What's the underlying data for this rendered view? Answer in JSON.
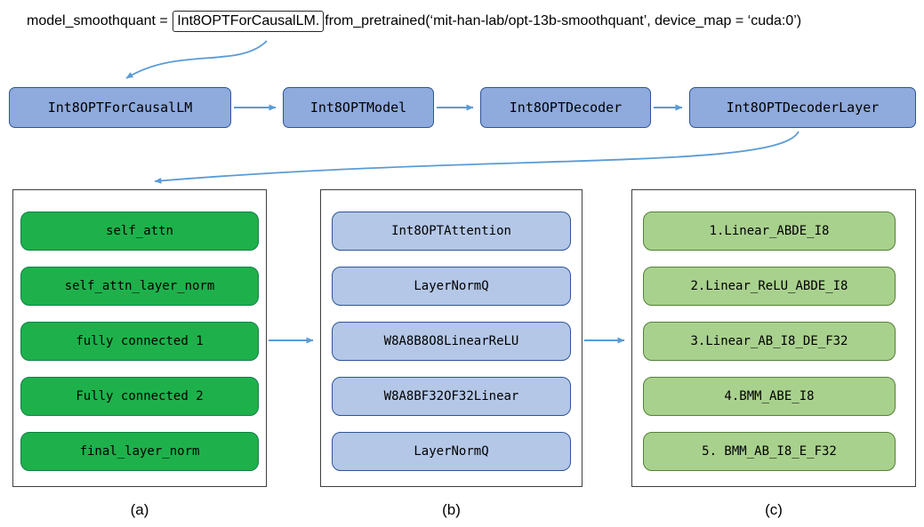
{
  "code_line": {
    "prefix": "model_smoothquant  = ",
    "boxed": "Int8OPTForCausalLM.",
    "suffix": "from_pretrained(‘mit-han-lab/opt-13b-smoothquant’,  device_map = ‘cuda:0’)"
  },
  "top_row": {
    "nodes": [
      "Int8OPTForCausalLM",
      "Int8OPTModel",
      "Int8OPTDecoder",
      "Int8OPTDecoderLayer"
    ]
  },
  "columns": [
    {
      "label": "(a)",
      "fill": "#1eb14b",
      "border": "#11804a",
      "items": [
        "self_attn",
        "self_attn_layer_norm",
        "fully connected 1",
        "Fully connected 2",
        "final_layer_norm"
      ]
    },
    {
      "label": "(b)",
      "fill": "#b4c7e7",
      "border": "#2e5597",
      "items": [
        "Int8OPTAttention",
        "LayerNormQ",
        "W8A8B8O8LinearReLU",
        "W8A8BF32OF32Linear",
        "LayerNormQ"
      ]
    },
    {
      "label": "(c)",
      "fill": "#a9d18e",
      "border": "#538135",
      "items": [
        "1.Linear_ABDE_I8",
        "2.Linear_ReLU_ABDE_I8",
        "3.Linear_AB_I8_DE_F32",
        "4.BMM_ABE_I8",
        "5. BMM_AB_I8_E_F32"
      ]
    }
  ],
  "colors": {
    "top_node_fill": "#8faadc",
    "top_node_border": "#2e5597",
    "arrow": "#5b9bd5",
    "panel_border": "#3f3f3f"
  }
}
